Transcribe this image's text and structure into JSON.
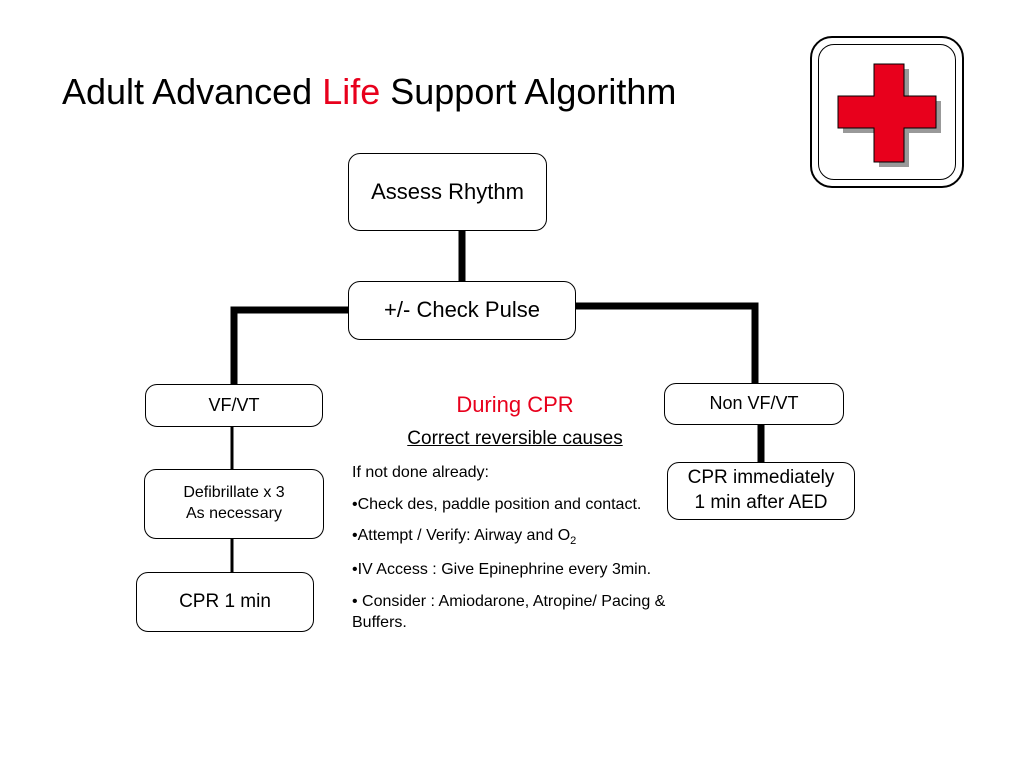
{
  "title": {
    "part1": "Adult Advanced ",
    "highlight": "Life",
    "part2": " Support Algorithm"
  },
  "colors": {
    "highlight": "#e8001c",
    "cross": "#e8001c"
  },
  "logo": {
    "icon": "red-cross-icon"
  },
  "nodes": {
    "assess_rhythm": "Assess Rhythm",
    "check_pulse": "+/- Check Pulse",
    "vf_vt": "VF/VT",
    "non_vf_vt": "Non VF/VT",
    "defibrillate_line1": "Defibrillate x 3",
    "defibrillate_line2": "As necessary",
    "cpr_1min": "CPR 1 min",
    "cpr_immediately_line1": "CPR immediately",
    "cpr_immediately_line2": "1 min after AED"
  },
  "during_cpr": {
    "heading": "During CPR",
    "subheading": "Correct reversible causes",
    "intro": "If not done already:",
    "items": [
      "•Check des, paddle position and contact.",
      "•Attempt / Verify: Airway and  O",
      "•IV Access : Give Epinephrine every 3min.",
      "• Consider : Amiodarone, Atropine/ Pacing & Buffers."
    ],
    "oxygen_subscript": "2"
  }
}
